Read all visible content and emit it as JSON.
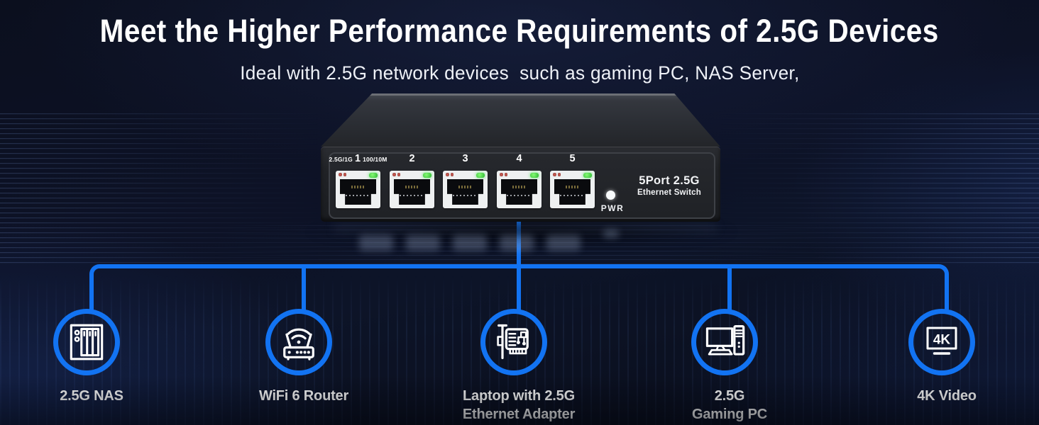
{
  "colors": {
    "accent_blue": "#1273F2",
    "led_green": "#3BD23F",
    "led_amber": "#C0564E",
    "switch_body": "#26282D",
    "text_white": "#FFFFFF"
  },
  "header": {
    "title": "Meet the Higher Performance Requirements of 2.5G Devices",
    "subtitle": "Ideal with 2.5G network devices  such as gaming PC, NAS Server,"
  },
  "switch": {
    "port1_speed_label": "2.5G/1G",
    "port1_fallback_label": "100/10M",
    "ports": [
      "1",
      "2",
      "3",
      "4",
      "5"
    ],
    "model_line1": "5Port 2.5G",
    "model_line2": "Ethernet Switch",
    "power_label": "PWR"
  },
  "devices": [
    {
      "icon": "nas-icon",
      "line1": "2.5G NAS"
    },
    {
      "icon": "wifi-6-router-icon",
      "line1": "WiFi 6 Router"
    },
    {
      "icon": "pcie-ethernet-adapter-icon",
      "line1": "Laptop with 2.5G",
      "line2": "Ethernet Adapter"
    },
    {
      "icon": "gaming-pc-icon",
      "line1": "2.5G",
      "line2": "Gaming PC"
    },
    {
      "icon": "tv-4k-icon",
      "line1": "4K Video",
      "icon_text": "4K"
    }
  ]
}
